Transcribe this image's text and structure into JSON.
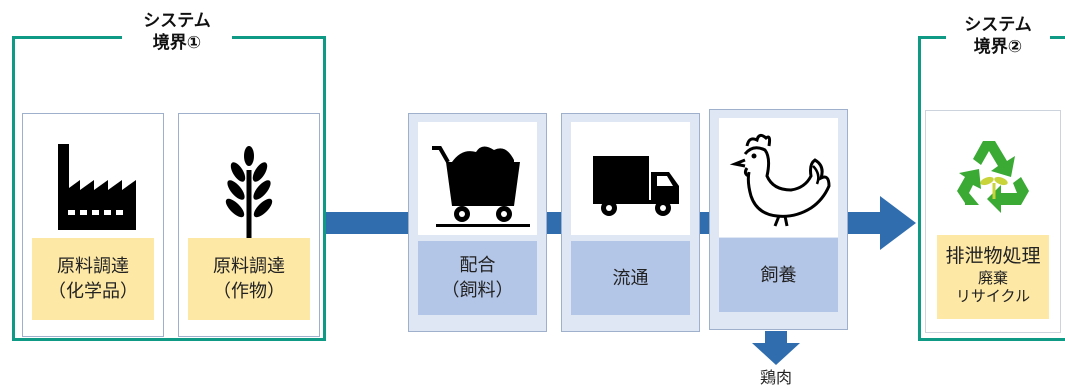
{
  "boundaries": [
    {
      "line1": "システム",
      "line2": "境界①"
    },
    {
      "line1": "システム",
      "line2": "境界②"
    }
  ],
  "stages": [
    {
      "label": [
        "原料調達",
        "（化学品）"
      ],
      "icon": "factory-icon"
    },
    {
      "label": [
        "原料調達",
        "（作物）"
      ],
      "icon": "wheat-icon"
    },
    {
      "label": [
        "配合",
        "（飼料）"
      ],
      "icon": "mining-cart-icon"
    },
    {
      "label": [
        "流通"
      ],
      "icon": "truck-icon"
    },
    {
      "label": [
        "飼養"
      ],
      "icon": "chicken-icon"
    },
    {
      "label": [
        "排泄物処理",
        "廃棄",
        "リサイクル"
      ],
      "icon": "recycle-icon"
    }
  ],
  "output": {
    "label": "鶏肉"
  },
  "colors": {
    "boundary": "#0f9a86",
    "arrow": "#2f6daf",
    "label_yellow": "#fde8a6",
    "label_blue": "#b4c6e7",
    "recycle_green": "#3aaa35",
    "sprout_yellow": "#c8d43a"
  }
}
